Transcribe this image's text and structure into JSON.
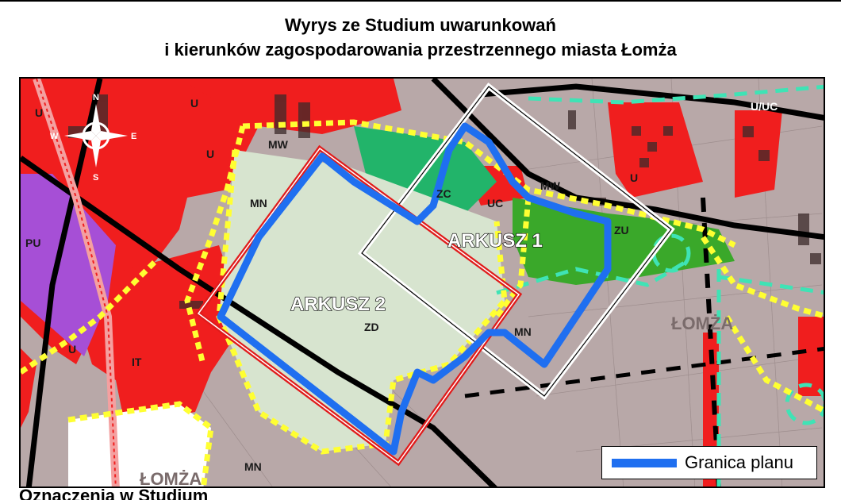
{
  "title": {
    "line1": "Wyrys ze Studium uwarunkowań",
    "line2": "i kierunków zagospodarowania przestrzennego miasta Łomża"
  },
  "map": {
    "compass": {
      "n": "N",
      "s": "S",
      "e": "E",
      "w": "W"
    },
    "sheet_labels": {
      "sheet1": "ARKUSZ 1",
      "sheet2": "ARKUSZ 2"
    },
    "zone_labels": {
      "u1": "U",
      "u2": "U",
      "u3": "U",
      "u4": "U",
      "u5": "U",
      "uuc": "U/UC",
      "mw1": "MW",
      "mw2": "MW",
      "mn1": "MN",
      "mn2": "MN",
      "mn3": "MN",
      "zc": "ZC",
      "uc": "UC",
      "zu": "ZU",
      "zd": "ZD",
      "pu": "PU",
      "it": "IT"
    },
    "place_names": {
      "lomza1": "ŁOMŻA",
      "lomza2": "ŁOMŻA"
    },
    "colors": {
      "residential": "#b8a8a8",
      "services": "#f01e1e",
      "green": "#22b46a",
      "park_green": "#3aa82a",
      "allotment": "#d7e4cf",
      "industrial": "#a64fd6",
      "plan_boundary": "#1f6ff0",
      "sheet2_frame": "#e01b1b",
      "zone_boundary": "#ffff32",
      "teal_dash": "#3fe3b5"
    }
  },
  "legend": {
    "label": "Granica planu"
  },
  "footer": {
    "text": "Oznaczenia w Studium"
  }
}
